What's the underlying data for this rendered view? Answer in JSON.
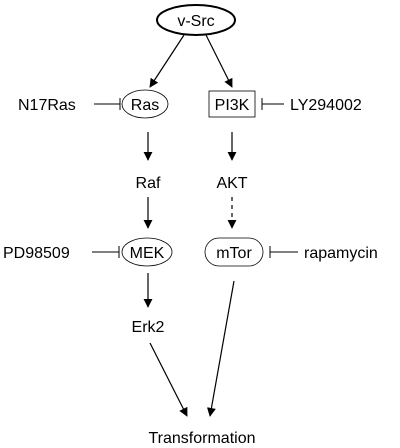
{
  "nodes": {
    "vsrc": "v-Src",
    "ras": "Ras",
    "pi3k": "PI3K",
    "raf": "Raf",
    "akt": "AKT",
    "mek": "MEK",
    "mtor": "mTor",
    "erk2": "Erk2",
    "transformation": "Transformation"
  },
  "inhibitors": {
    "n17ras": "N17Ras",
    "ly294002": "LY294002",
    "pd98509": "PD98509",
    "rapamycin": "rapamycin"
  },
  "colors": {
    "line": "#000000",
    "background": "#ffffff"
  }
}
